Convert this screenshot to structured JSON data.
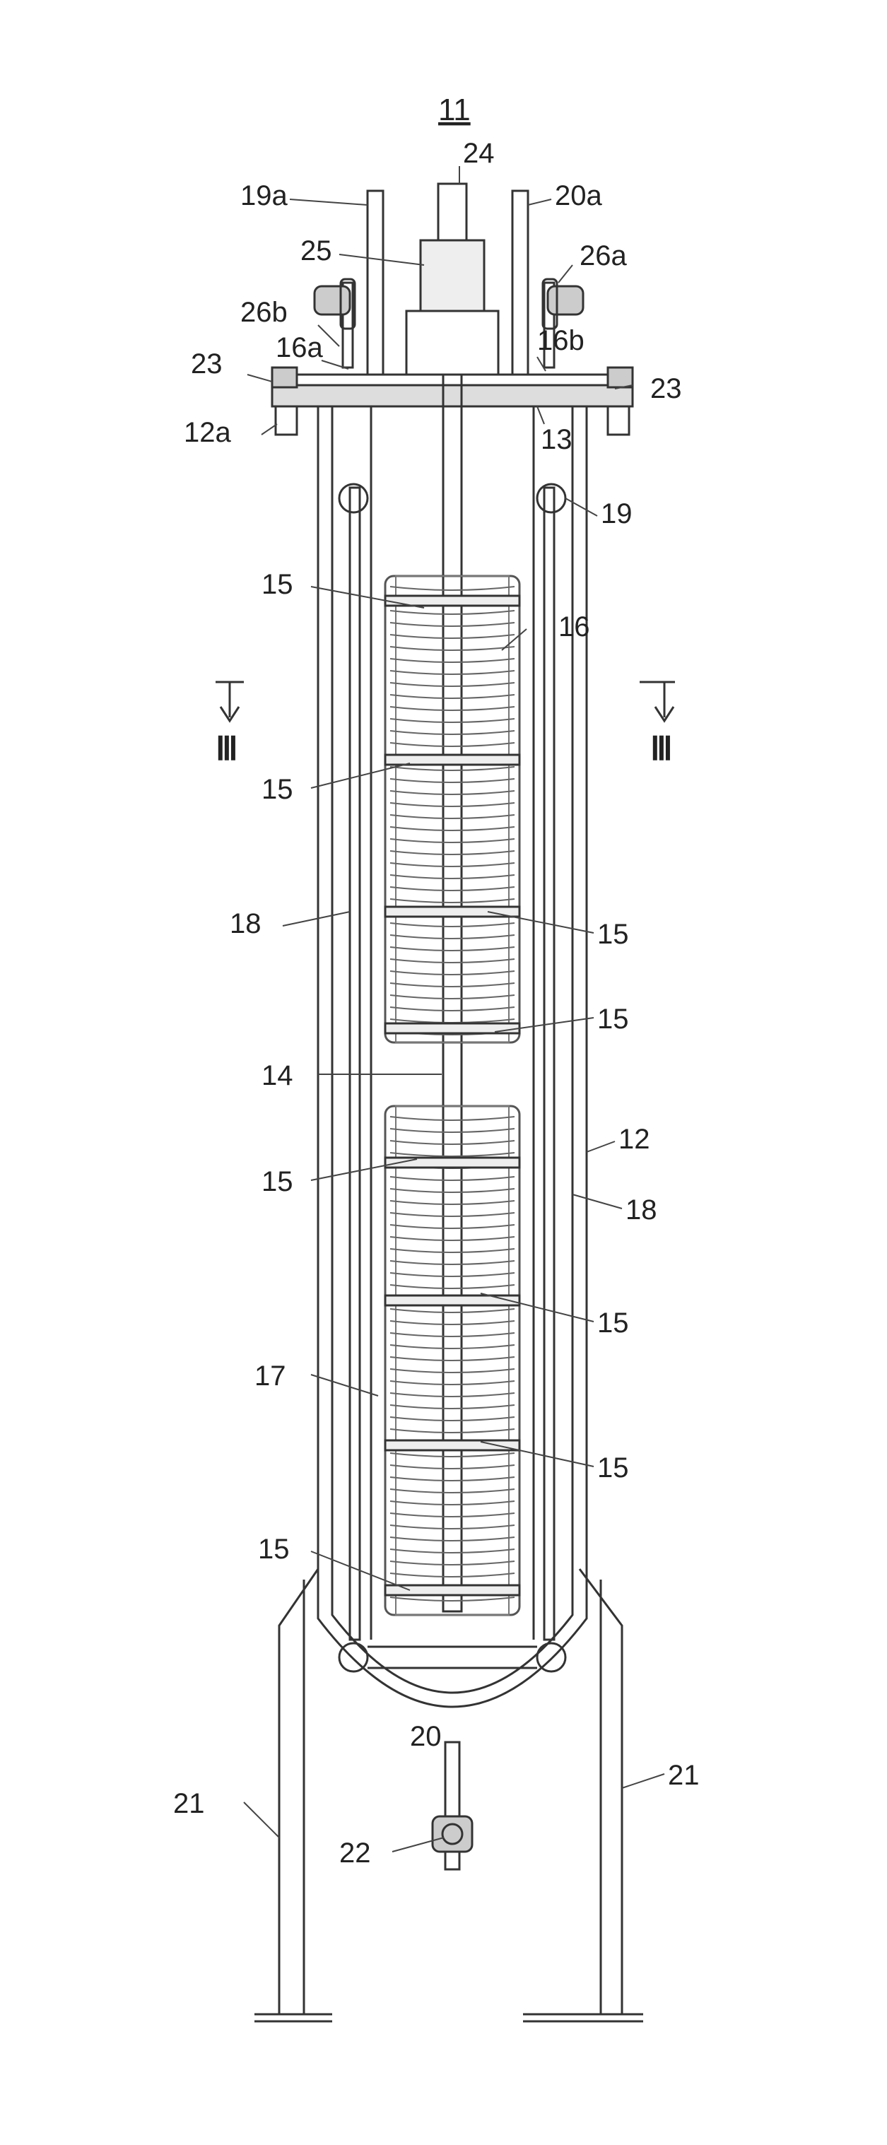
{
  "figure": {
    "reference": "11",
    "labels": {
      "l24": "24",
      "l19a": "19a",
      "l20a": "20a",
      "l25": "25",
      "l26a": "26a",
      "l26b": "26b",
      "l16a": "16a",
      "l16b": "16b",
      "l23_left": "23",
      "l23_right": "23",
      "l12a": "12a",
      "l13": "13",
      "l19": "19",
      "l15_1": "15",
      "l16": "16",
      "l15_2": "15",
      "l15_3": "15",
      "l18_left": "18",
      "l15_4": "15",
      "l14": "14",
      "l12": "12",
      "l15_5": "15",
      "l18_right": "18",
      "l15_6": "15",
      "l17": "17",
      "l15_7": "15",
      "l15_8": "15",
      "l20": "20",
      "l21_left": "21",
      "l21_right": "21",
      "l22": "22"
    },
    "section_marks": {
      "left": "Ⅲ",
      "right": "Ⅲ"
    }
  }
}
